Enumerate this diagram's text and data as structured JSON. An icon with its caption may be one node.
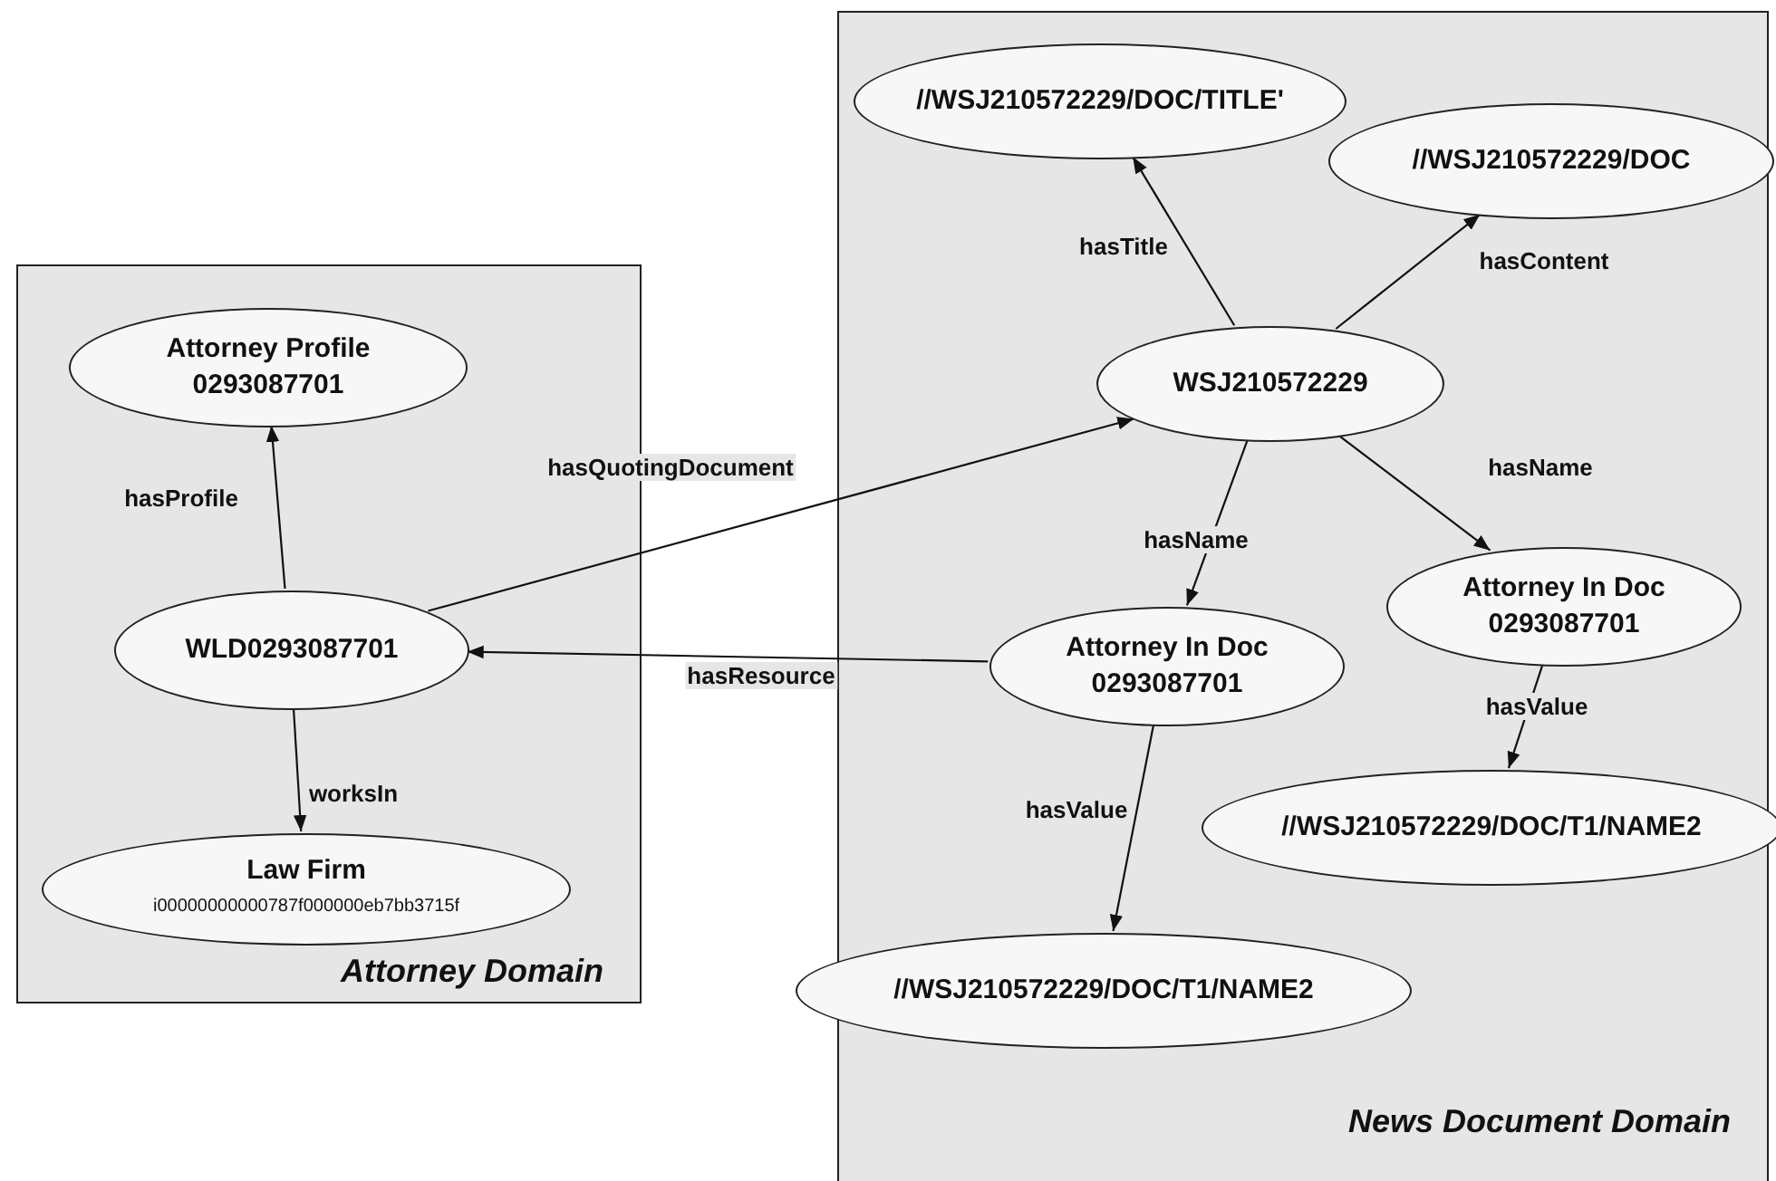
{
  "diagram": {
    "nodes": [
      {
        "text": [
          "Attorney Domain"
        ]
      },
      {
        "text": [
          "Attorney Profile",
          "0293087701"
        ],
        "in": 0
      },
      {
        "text": [
          "WLD0293087701"
        ],
        "in": 0
      },
      {
        "text": [
          "Law Firm",
          "i00000000000787f000000eb7bb3715f"
        ],
        "in": 0
      },
      {
        "text": [
          "News Document Domain"
        ]
      },
      {
        "text": [
          "//WSJ210572229/DOC/TITLE'"
        ],
        "in": 4
      },
      {
        "text": [
          "//WSJ210572229/DOC"
        ],
        "in": 4
      },
      {
        "text": [
          "WSJ210572229"
        ],
        "in": 4
      },
      {
        "text": [
          "Attorney In Doc",
          "0293087701"
        ],
        "in": 4
      },
      {
        "text": [
          "Attorney In Doc",
          "0293087701"
        ],
        "in": 4
      },
      {
        "text": [
          "//WSJ210572229/DOC/T1/NAME2"
        ],
        "in": 4
      },
      {
        "text": [
          "//WSJ210572229/DOC/T1/NAME2"
        ],
        "in": 4
      }
    ],
    "edges": [
      {
        "from": 2,
        "to": 1,
        "arrow": "to",
        "label": "hasProfile"
      },
      {
        "from": 2,
        "to": 7,
        "arrow": "to",
        "label": "hasQuotingDocument"
      },
      {
        "from": 8,
        "to": 2,
        "arrow": "to",
        "label": "hasResource"
      },
      {
        "from": 2,
        "to": 3,
        "arrow": "to",
        "label": "worksIn"
      },
      {
        "from": 7,
        "to": 5,
        "arrow": "to",
        "label": "hasTitle"
      },
      {
        "from": 7,
        "to": 6,
        "arrow": "to",
        "label": "hasContent"
      },
      {
        "from": 7,
        "to": 8,
        "arrow": "to",
        "label": "hasName"
      },
      {
        "from": 7,
        "to": 9,
        "arrow": "to",
        "label": "hasName"
      },
      {
        "from": 9,
        "to": 10,
        "arrow": "to",
        "label": "hasValue"
      },
      {
        "from": 8,
        "to": 11,
        "arrow": "to",
        "label": "hasValue"
      }
    ]
  }
}
